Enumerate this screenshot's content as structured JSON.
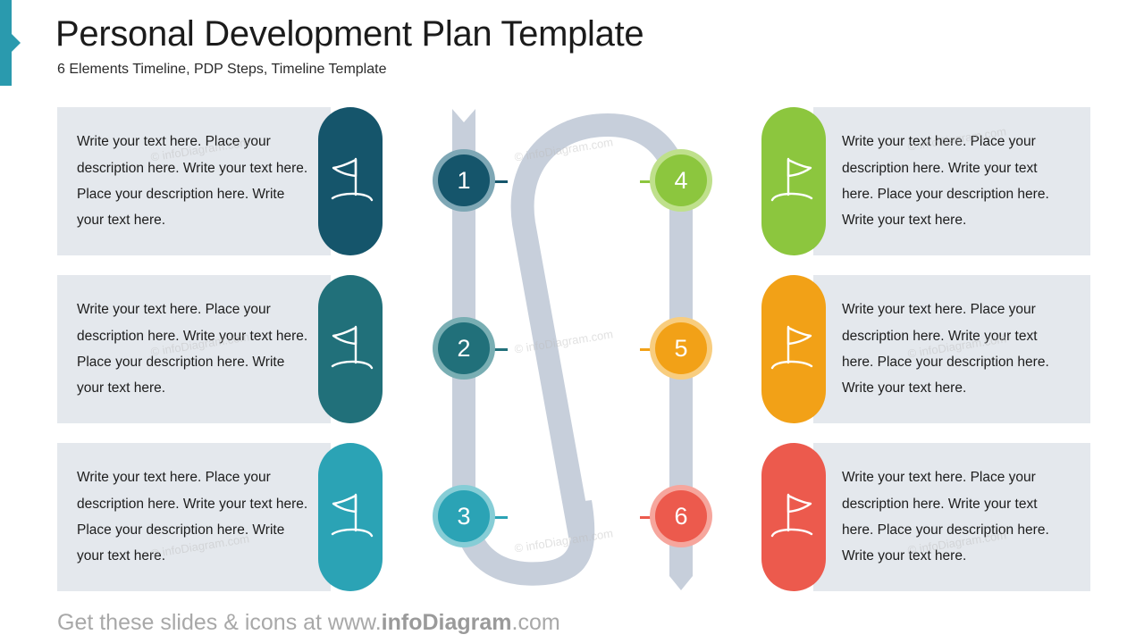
{
  "header": {
    "title": "Personal Development Plan Template",
    "subtitle": "6 Elements Timeline, PDP Steps, Timeline Template",
    "accent_color": "#2a9aae"
  },
  "footer": {
    "prefix": "Get these slides & icons at www.",
    "brand": "infoDiagram",
    "suffix": ".com"
  },
  "watermark": {
    "text": "© infoDiagram.com"
  },
  "road": {
    "color": "#c7cfdb"
  },
  "body_text": "Write your text here. Place your description here. Write your text here. Place your description here. Write your text here.",
  "steps": [
    {
      "number": "1",
      "side": "left",
      "pill_color": "#15556b",
      "circle_color": "#15556b",
      "ring_color": "#7ea7b5",
      "connector_color": "#15556b",
      "icon": "flag-icon",
      "text": "Write your text here. Place your description here. Write your text here. Place your description here. Write your text here."
    },
    {
      "number": "2",
      "side": "left",
      "pill_color": "#21707a",
      "circle_color": "#21707a",
      "ring_color": "#79aeb3",
      "connector_color": "#21707a",
      "icon": "flag-icon",
      "text": "Write your text here. Place your description here. Write your text here. Place your description here. Write your text here."
    },
    {
      "number": "3",
      "side": "left",
      "pill_color": "#2ba3b5",
      "circle_color": "#2ba3b5",
      "ring_color": "#86cdd6",
      "connector_color": "#2ba3b5",
      "icon": "flag-icon",
      "text": "Write your text here. Place your description here. Write your text here. Place your description here. Write your text here."
    },
    {
      "number": "4",
      "side": "right",
      "pill_color": "#8cc63e",
      "circle_color": "#8cc63e",
      "ring_color": "#bfe08c",
      "connector_color": "#8cc63e",
      "icon": "flag-icon",
      "text": "Write your text here. Place your description here. Write your text here. Place your description here. Write your text here."
    },
    {
      "number": "5",
      "side": "right",
      "pill_color": "#f2a117",
      "circle_color": "#f2a117",
      "ring_color": "#f8cd7f",
      "connector_color": "#f2a117",
      "icon": "flag-icon",
      "text": "Write your text here. Place your description here. Write your text here. Place your description here. Write your text here."
    },
    {
      "number": "6",
      "side": "right",
      "pill_color": "#ec5a4d",
      "circle_color": "#ec5a4d",
      "ring_color": "#f6a69d",
      "connector_color": "#ec5a4d",
      "icon": "flag-icon",
      "text": "Write your text here. Place your description here. Write your text here. Place your description here. Write your text here."
    }
  ]
}
